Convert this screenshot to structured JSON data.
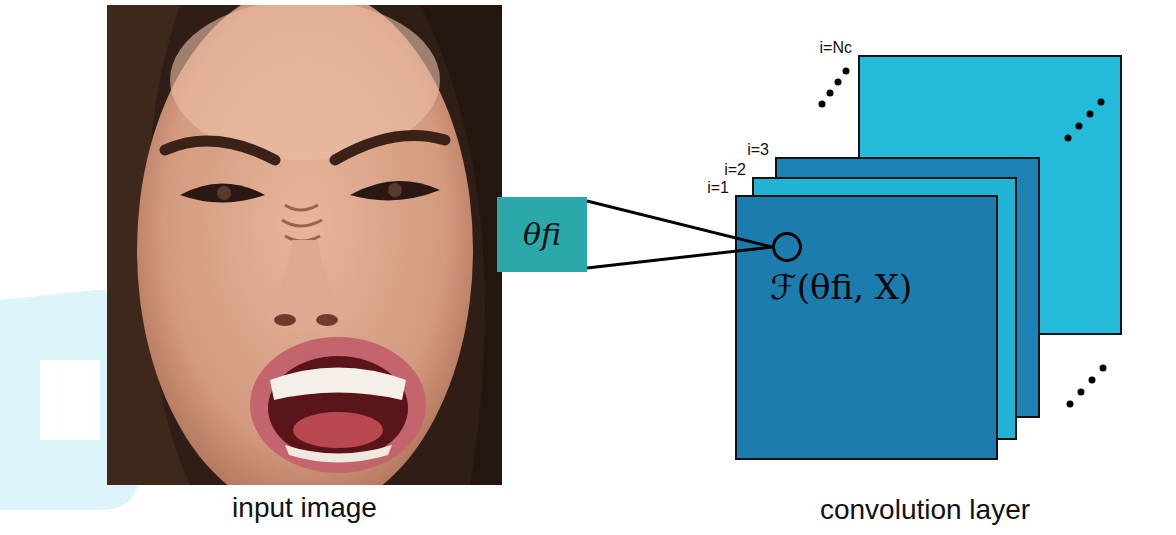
{
  "diagram": {
    "nodes": [
      {
        "text": [
          "input image"
        ]
      },
      {
        "text": [
          "θfi"
        ],
        "in": 0
      },
      {
        "text": [
          "i=1"
        ]
      },
      {
        "text": [
          "ℱ(θfi, X)"
        ],
        "in": 2
      },
      {
        "text": [
          "i=2"
        ]
      },
      {
        "text": [
          "i=3"
        ]
      },
      {
        "text": [
          "i=Nc"
        ]
      }
    ],
    "edges": [
      {
        "from": 1,
        "to": 3,
        "arrow": "none"
      }
    ],
    "labels": [
      "convolution layer"
    ]
  }
}
